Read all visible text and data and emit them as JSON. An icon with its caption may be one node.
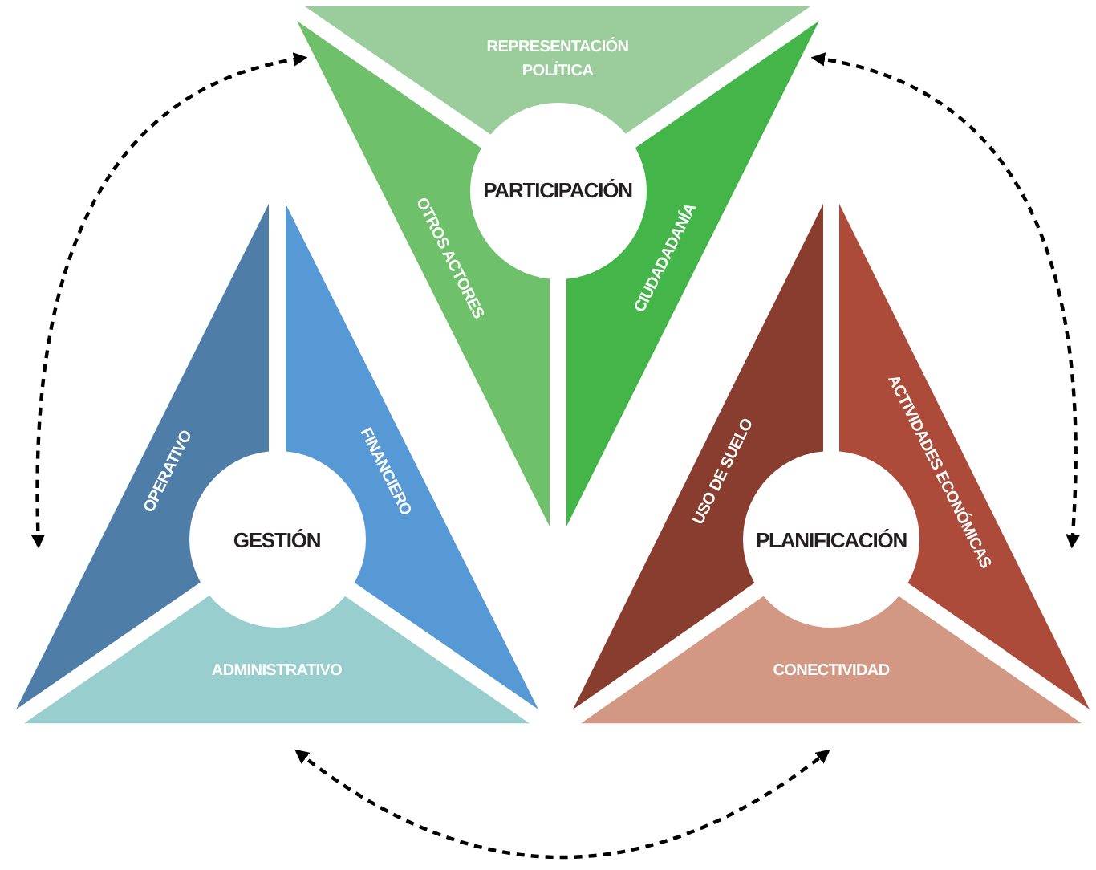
{
  "diagram": {
    "nodes": [
      {
        "text": [
          "REPRESENTACIÓN POLÍTICA"
        ]
      },
      {
        "text": [
          "OTROS ACTORES"
        ]
      },
      {
        "text": [
          "PARTICIPACIÓN"
        ]
      },
      {
        "text": [
          "CIUDADADANÍA"
        ]
      },
      {
        "text": [
          "OPERATIVO"
        ]
      },
      {
        "text": [
          "GESTIÓN"
        ]
      },
      {
        "text": [
          "FINANCIERO"
        ]
      },
      {
        "text": [
          "ADMINISTRATIVO"
        ]
      },
      {
        "text": [
          "USO DE SUELO"
        ]
      },
      {
        "text": [
          "PLANIFICACIÓN"
        ]
      },
      {
        "text": [
          "ACTIVIDADES ECONÓMICAS"
        ]
      },
      {
        "text": [
          "CONECTIVIDAD"
        ]
      }
    ],
    "edges": [
      {
        "from": 4,
        "to": 1,
        "arrow": "both",
        "style": "dashed"
      },
      {
        "from": 3,
        "to": 10,
        "arrow": "both",
        "style": "dashed"
      },
      {
        "from": 7,
        "to": 11,
        "arrow": "both",
        "style": "dashed"
      }
    ]
  }
}
